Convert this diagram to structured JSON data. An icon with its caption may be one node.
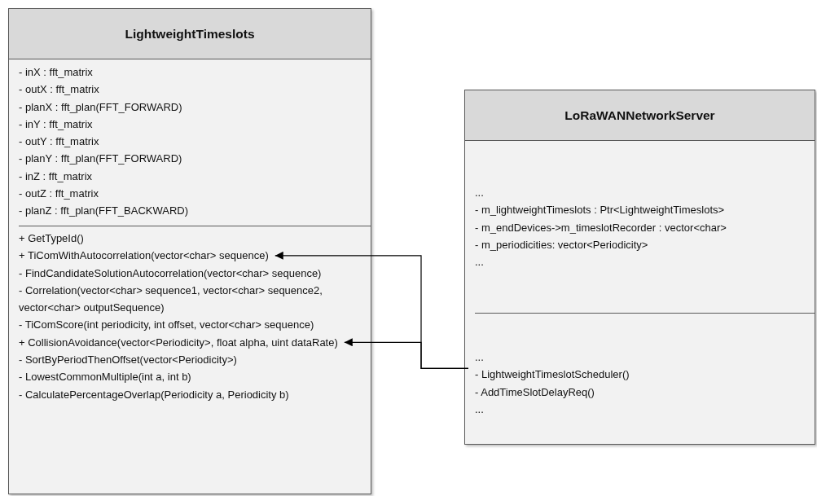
{
  "diagram": {
    "nodes": [
      {
        "text": [
          "LightweightTimeslots"
        ]
      },
      {
        "text": [],
        "shape": "box",
        "in": 0
      },
      {
        "text": [
          "- inX : fft_matrix"
        ],
        "in": 1
      },
      {
        "text": [
          "- outX : fft_matrix"
        ],
        "in": 1
      },
      {
        "text": [
          "- planX : fft_plan(FFT_FORWARD)"
        ],
        "in": 1
      },
      {
        "text": [
          "- inY : fft_matrix"
        ],
        "in": 1
      },
      {
        "text": [
          "- outY : fft_matrix"
        ],
        "in": 1
      },
      {
        "text": [
          "- planY : fft_plan(FFT_FORWARD)"
        ],
        "in": 1
      },
      {
        "text": [
          "- inZ : fft_matrix"
        ],
        "in": 1
      },
      {
        "text": [
          "- outZ : fft_matrix"
        ],
        "in": 1
      },
      {
        "text": [
          "- planZ : fft_plan(FFT_BACKWARD)"
        ],
        "in": 1
      },
      {
        "text": [],
        "shape": "box",
        "in": 0
      },
      {
        "text": [
          "+ GetTypeId()"
        ],
        "in": 11
      },
      {
        "text": [
          "+ TiComWithAutocorrelation(vector<char> sequence)"
        ],
        "in": 11
      },
      {
        "text": [
          "- FindCandidateSolutionAutocorrelation(vector<char> sequence)"
        ],
        "in": 11
      },
      {
        "text": [
          "- Correlation(vector<char> sequence1, vector<char> sequence2, vector<char> outputSequence)"
        ],
        "in": 11
      },
      {
        "text": [
          "- TiComScore(int periodicity, int offset, vector<char> sequence)"
        ],
        "in": 11
      },
      {
        "text": [
          "+ CollisionAvoidance(vector<Periodicity>, float alpha, uint dataRate)"
        ],
        "in": 11
      },
      {
        "text": [
          "- SortByPeriodThenOffset(vector<Periodicity>)"
        ],
        "in": 11
      },
      {
        "text": [
          "- LowestCommonMultiple(int a, int b)"
        ],
        "in": 11
      },
      {
        "text": [
          "- CalculatePercentageOverlap(Periodicity a, Periodicity b)"
        ],
        "in": 11
      },
      {
        "text": [
          "LoRaWANNetworkServer"
        ]
      },
      {
        "text": [],
        "shape": "box",
        "in": 21
      },
      {
        "text": [
          "..."
        ],
        "in": 22
      },
      {
        "text": [
          "- m_lightweightTimeslots : Ptr<LightweightTimeslots>"
        ],
        "in": 22
      },
      {
        "text": [
          "- m_endDevices->m_timeslotRecorder : vector<char>"
        ],
        "in": 22
      },
      {
        "text": [
          "- m_periodicities: vector<Periodicity>"
        ],
        "in": 22
      },
      {
        "text": [
          "..."
        ],
        "in": 22
      },
      {
        "text": [],
        "shape": "box",
        "in": 21
      },
      {
        "text": [
          "..."
        ],
        "in": 28
      },
      {
        "text": [
          "- LightweightTimeslotScheduler()"
        ],
        "in": 28
      },
      {
        "text": [
          "- AddTimeSlotDelayReq()"
        ],
        "in": 28
      },
      {
        "text": [
          "..."
        ],
        "in": 28
      }
    ],
    "edges": [
      {
        "from": 30,
        "to": 13,
        "arrow": "to"
      },
      {
        "from": 30,
        "to": 17,
        "arrow": "to"
      }
    ]
  }
}
